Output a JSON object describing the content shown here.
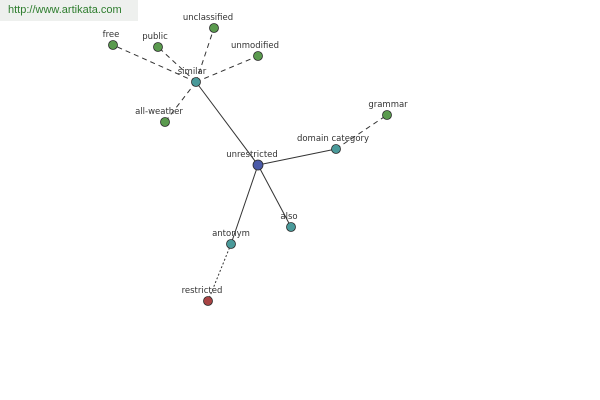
{
  "site": {
    "url": "http://www.artikata.com"
  },
  "colors": {
    "green": "#5a9a4e",
    "teal": "#4a9a9a",
    "blue": "#4a5aa8",
    "red": "#a84444",
    "stroke": "#333333"
  },
  "graph": {
    "nodes": [
      {
        "id": "unrestricted",
        "label": "unrestricted",
        "color": "blue"
      },
      {
        "id": "similar",
        "label": "similar",
        "color": "teal"
      },
      {
        "id": "free",
        "label": "free",
        "color": "green"
      },
      {
        "id": "public",
        "label": "public",
        "color": "green"
      },
      {
        "id": "unclassified",
        "label": "unclassified",
        "color": "green"
      },
      {
        "id": "unmodified",
        "label": "unmodified",
        "color": "green"
      },
      {
        "id": "all-weather",
        "label": "all-weather",
        "color": "green"
      },
      {
        "id": "domain-category",
        "label": "domain category",
        "color": "teal"
      },
      {
        "id": "grammar",
        "label": "grammar",
        "color": "green"
      },
      {
        "id": "also",
        "label": "also",
        "color": "teal"
      },
      {
        "id": "antonym",
        "label": "antonym",
        "color": "teal"
      },
      {
        "id": "restricted",
        "label": "restricted",
        "color": "red"
      }
    ],
    "edges": [
      {
        "from": "unrestricted",
        "to": "similar",
        "style": "solid"
      },
      {
        "from": "unrestricted",
        "to": "domain-category",
        "style": "solid"
      },
      {
        "from": "unrestricted",
        "to": "also",
        "style": "solid"
      },
      {
        "from": "unrestricted",
        "to": "antonym",
        "style": "solid"
      },
      {
        "from": "similar",
        "to": "free",
        "style": "dashed"
      },
      {
        "from": "similar",
        "to": "public",
        "style": "dashed"
      },
      {
        "from": "similar",
        "to": "unclassified",
        "style": "dashed"
      },
      {
        "from": "similar",
        "to": "unmodified",
        "style": "dashed"
      },
      {
        "from": "similar",
        "to": "all-weather",
        "style": "dashed"
      },
      {
        "from": "domain-category",
        "to": "grammar",
        "style": "dashed"
      },
      {
        "from": "antonym",
        "to": "restricted",
        "style": "dotted"
      }
    ]
  }
}
